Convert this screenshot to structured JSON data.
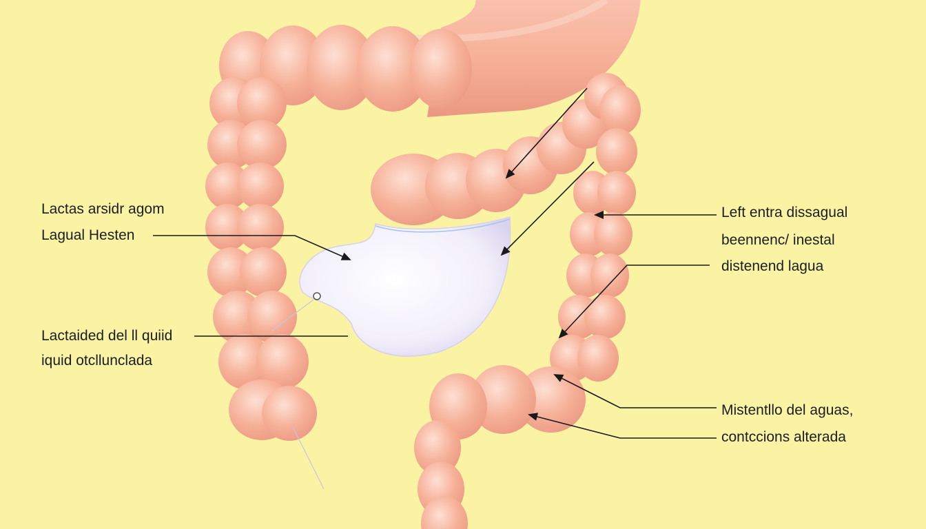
{
  "colors": {
    "background": "#faf3a3",
    "intestine": "#f7b7a0",
    "intestine_shadow": "#e8957e",
    "intestine_highlight": "#fcd6c8",
    "stomach": "#f4f1fb",
    "stomach_edge": "#c9c3e8",
    "line": "#1a1a1a"
  },
  "labels": {
    "left_top_1": "Lactas arsidr agom",
    "left_top_2": "Lagual Hesten",
    "left_bottom_1": "Lactaided del ll quiid",
    "left_bottom_2": "iquid otcllunclada",
    "right_top_1": "Left entra dissagual",
    "right_top_2": "beennenc/ inestal",
    "right_top_3": "distenend lagua",
    "right_bottom_1": "Mistentllo del aguas,",
    "right_bottom_2": "contccions alterada"
  }
}
